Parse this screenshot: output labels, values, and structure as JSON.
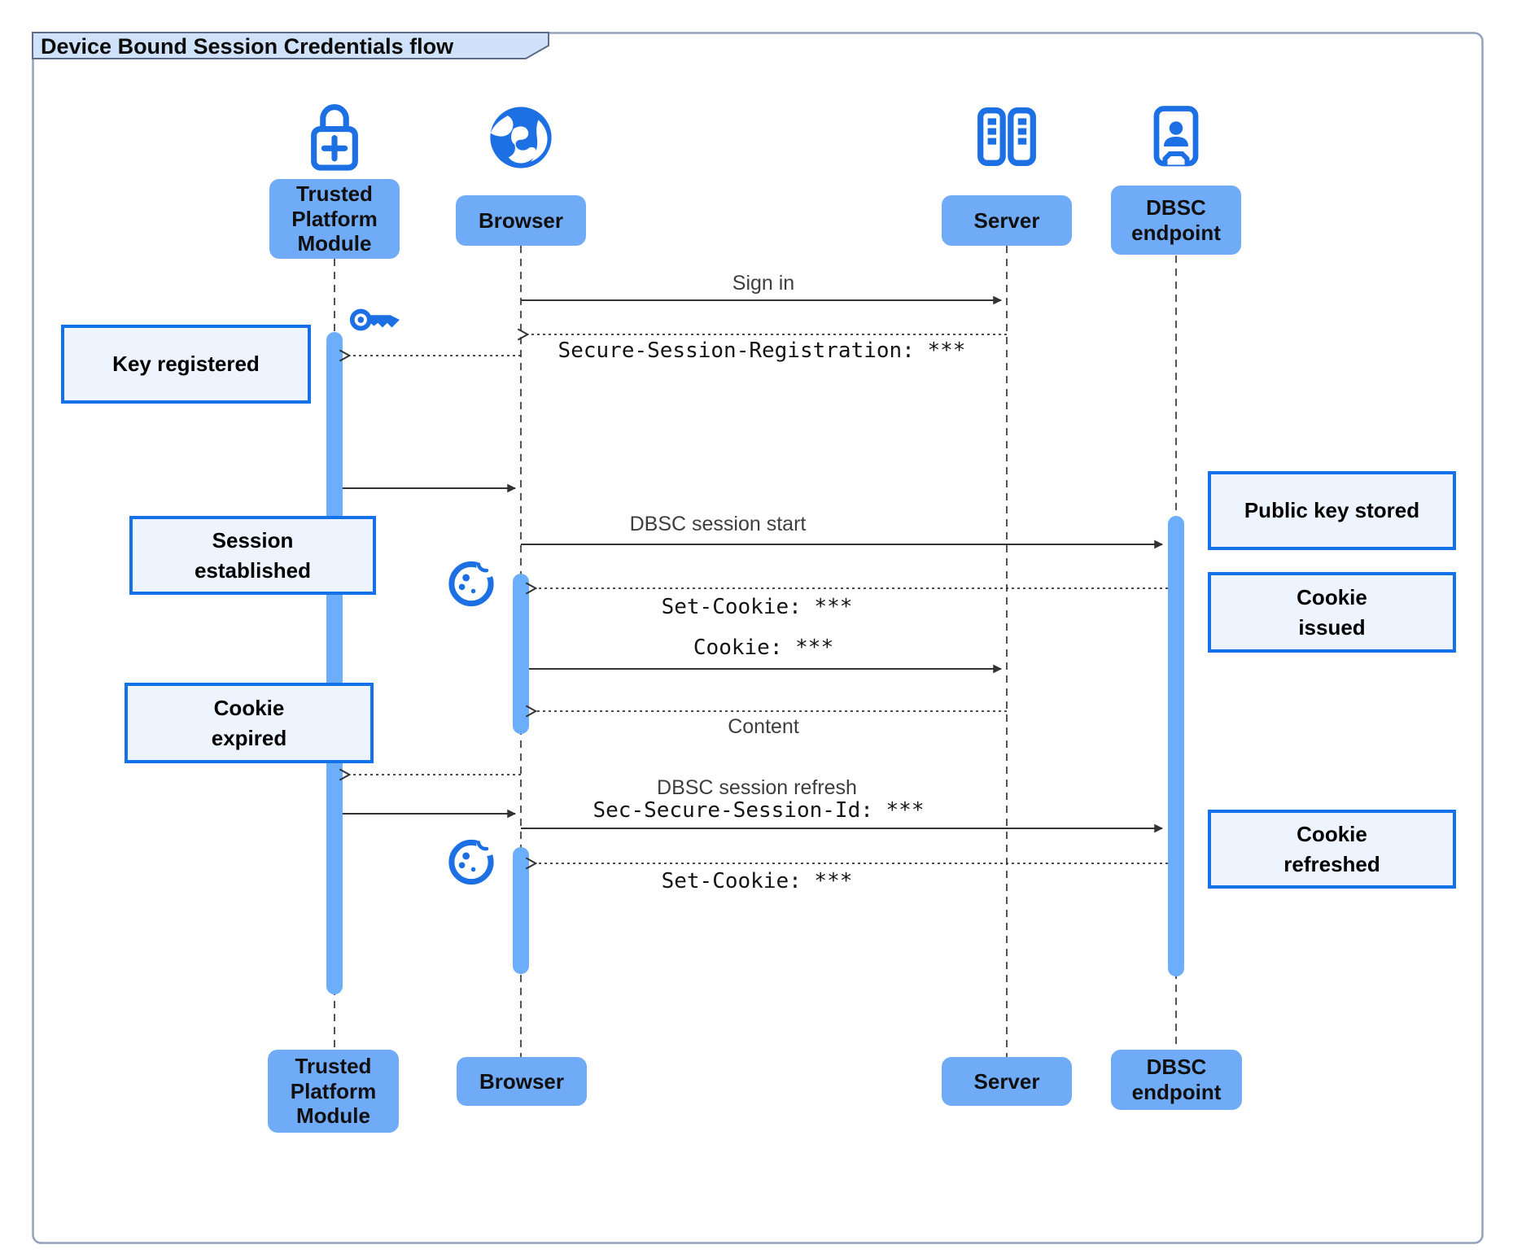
{
  "title": "Device Bound Session Credentials flow",
  "actors": {
    "tpm": {
      "label": "Trusted Platform Module",
      "icon": "lock-plus-icon"
    },
    "browser": {
      "label": "Browser",
      "icon": "globe-icon"
    },
    "server": {
      "label": "Server",
      "icon": "server-rack-icon"
    },
    "dbsc": {
      "label": "DBSC endpoint",
      "icon": "endpoint-person-icon"
    }
  },
  "messages": {
    "sign_in": {
      "from": "Browser",
      "to": "Server",
      "label": "Sign in",
      "line": "solid"
    },
    "session_registration": {
      "from": "Server",
      "to": "Browser",
      "label": "Secure-Session-Registration: ***",
      "line": "dashed"
    },
    "dbsc_session_start": {
      "from": "Browser",
      "to": "DBSC endpoint",
      "label": "DBSC session start",
      "line": "solid"
    },
    "set_cookie_1": {
      "from": "DBSC endpoint",
      "to": "Browser",
      "label": "Set-Cookie: ***",
      "line": "dashed"
    },
    "cookie": {
      "from": "Browser",
      "to": "Server",
      "label": "Cookie: ***",
      "line": "solid"
    },
    "content": {
      "from": "Server",
      "to": "Browser",
      "label": "Content",
      "line": "dashed"
    },
    "dbsc_session_refresh": {
      "from": "Browser",
      "to": "DBSC endpoint",
      "label": "DBSC session refresh",
      "label2": "Sec-Secure-Session-Id: ***",
      "line": "solid"
    },
    "set_cookie_2": {
      "from": "DBSC endpoint",
      "to": "Browser",
      "label": "Set-Cookie: ***",
      "line": "dashed"
    }
  },
  "notes": {
    "key_registered": "Key registered",
    "session_established": "Session established",
    "cookie_expired": "Cookie expired",
    "public_key_stored": "Public key stored",
    "cookie_issued": "Cookie issued",
    "cookie_refreshed": "Cookie refreshed"
  },
  "icons": {
    "key": "key-icon",
    "cookie": "cookie-icon"
  },
  "colors": {
    "icon_blue": "#1c70e3",
    "actor_box_fill": "#70abf8",
    "activation_fill": "#6caefb",
    "note_fill": "#eef4fe",
    "note_border": "#1471e8",
    "title_fill": "#cfe2fa",
    "frame_border": "#93a1bd",
    "arrow": "#333333",
    "message_text": "#3e3e3e"
  }
}
